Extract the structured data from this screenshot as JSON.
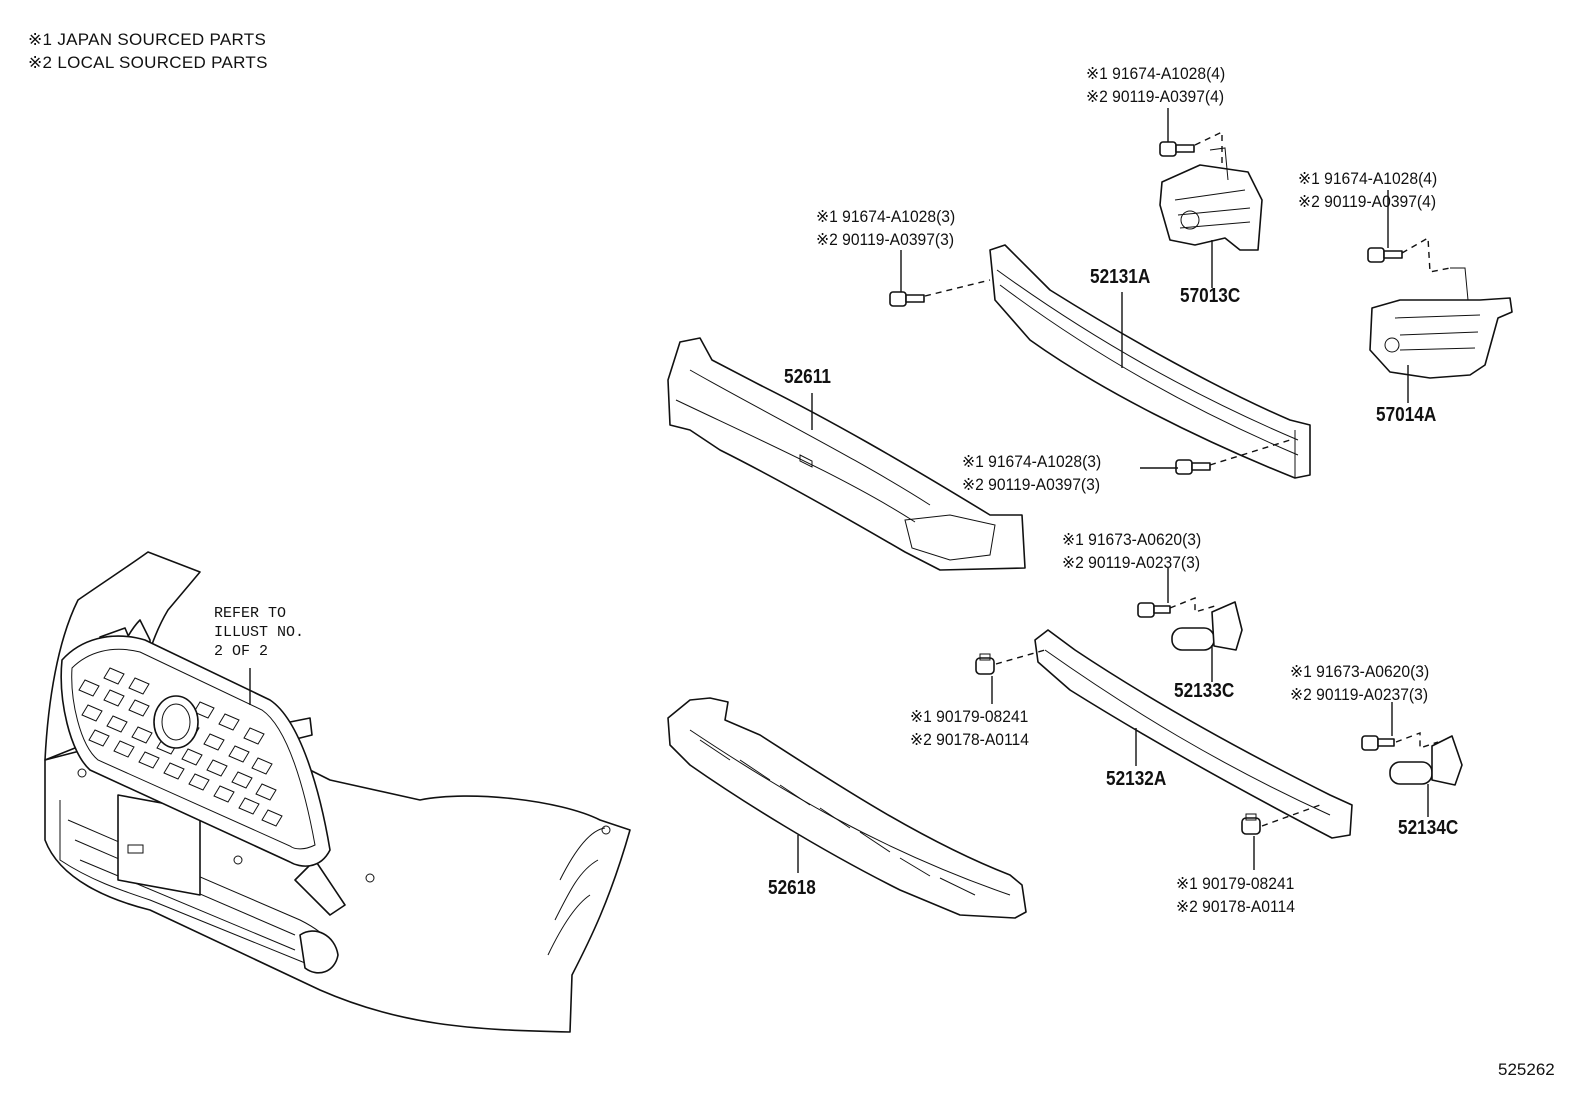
{
  "legend": {
    "line1": "※1 JAPAN SOURCED PARTS",
    "line2": "※2 LOCAL SOURCED PARTS"
  },
  "figure_number": "525262",
  "refer_note": {
    "line1": "REFER TO",
    "line2": "ILLUST NO.",
    "line3": "2 OF 2"
  },
  "parts": {
    "p52611": "52611",
    "p52131A": "52131A",
    "p57013C": "57013C",
    "p57014A": "57014A",
    "p52133C": "52133C",
    "p52132A": "52132A",
    "p52134C": "52134C",
    "p52618": "52618"
  },
  "bolts": {
    "top_center": {
      "j": "※1 91674-A1028(4)",
      "l": "※2 90119-A0397(4)"
    },
    "top_right": {
      "j": "※1 91674-A1028(4)",
      "l": "※2 90119-A0397(4)"
    },
    "left_upper": {
      "j": "※1 91674-A1028(3)",
      "l": "※2 90119-A0397(3)"
    },
    "mid": {
      "j": "※1 91674-A1028(3)",
      "l": "※2 90119-A0397(3)"
    },
    "screw_upper": {
      "j": "※1 91673-A0620(3)",
      "l": "※2 90119-A0237(3)"
    },
    "screw_right": {
      "j": "※1 91673-A0620(3)",
      "l": "※2 90119-A0237(3)"
    },
    "nut_left": {
      "j": "※1 90179-08241",
      "l": "※2 90178-A0114"
    },
    "nut_right": {
      "j": "※1 90179-08241",
      "l": "※2 90178-A0114"
    }
  }
}
